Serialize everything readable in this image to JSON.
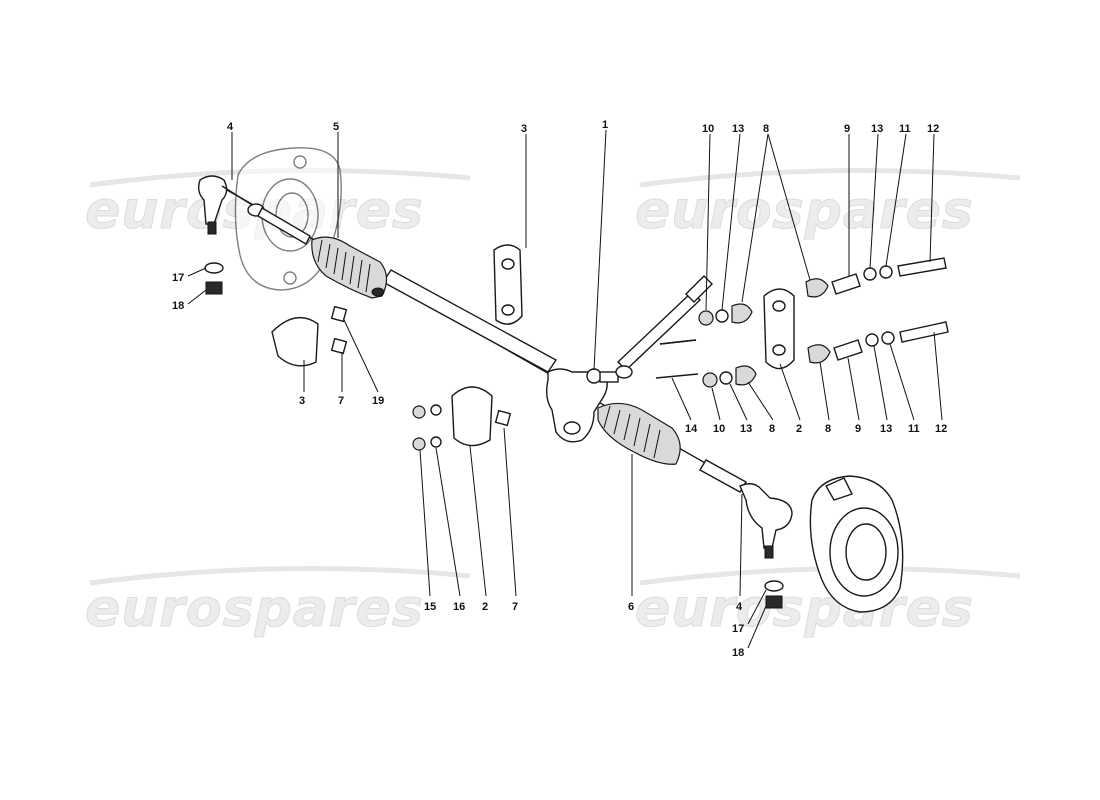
{
  "watermark": {
    "text": "eurospares"
  },
  "callouts": {
    "top_left_4": "4",
    "top_left_5": "5",
    "top_3": "3",
    "top_1": "1",
    "top_10": "10",
    "top_13a": "13",
    "top_8": "8",
    "top_9": "9",
    "top_13b": "13",
    "top_11": "11",
    "top_12": "12",
    "left_17": "17",
    "left_18": "18",
    "mid_3": "3",
    "mid_7": "7",
    "mid_19": "19",
    "low_14": "14",
    "low_10": "10",
    "low_13a": "13",
    "low_8a": "8",
    "low_2": "2",
    "low_8b": "8",
    "low_9": "9",
    "low_13b": "13",
    "low_11": "11",
    "low_12": "12",
    "bot_15": "15",
    "bot_16": "16",
    "bot_2": "2",
    "bot_7": "7",
    "bot_6": "6",
    "bot_4": "4",
    "bot_17": "17",
    "bot_18": "18"
  }
}
